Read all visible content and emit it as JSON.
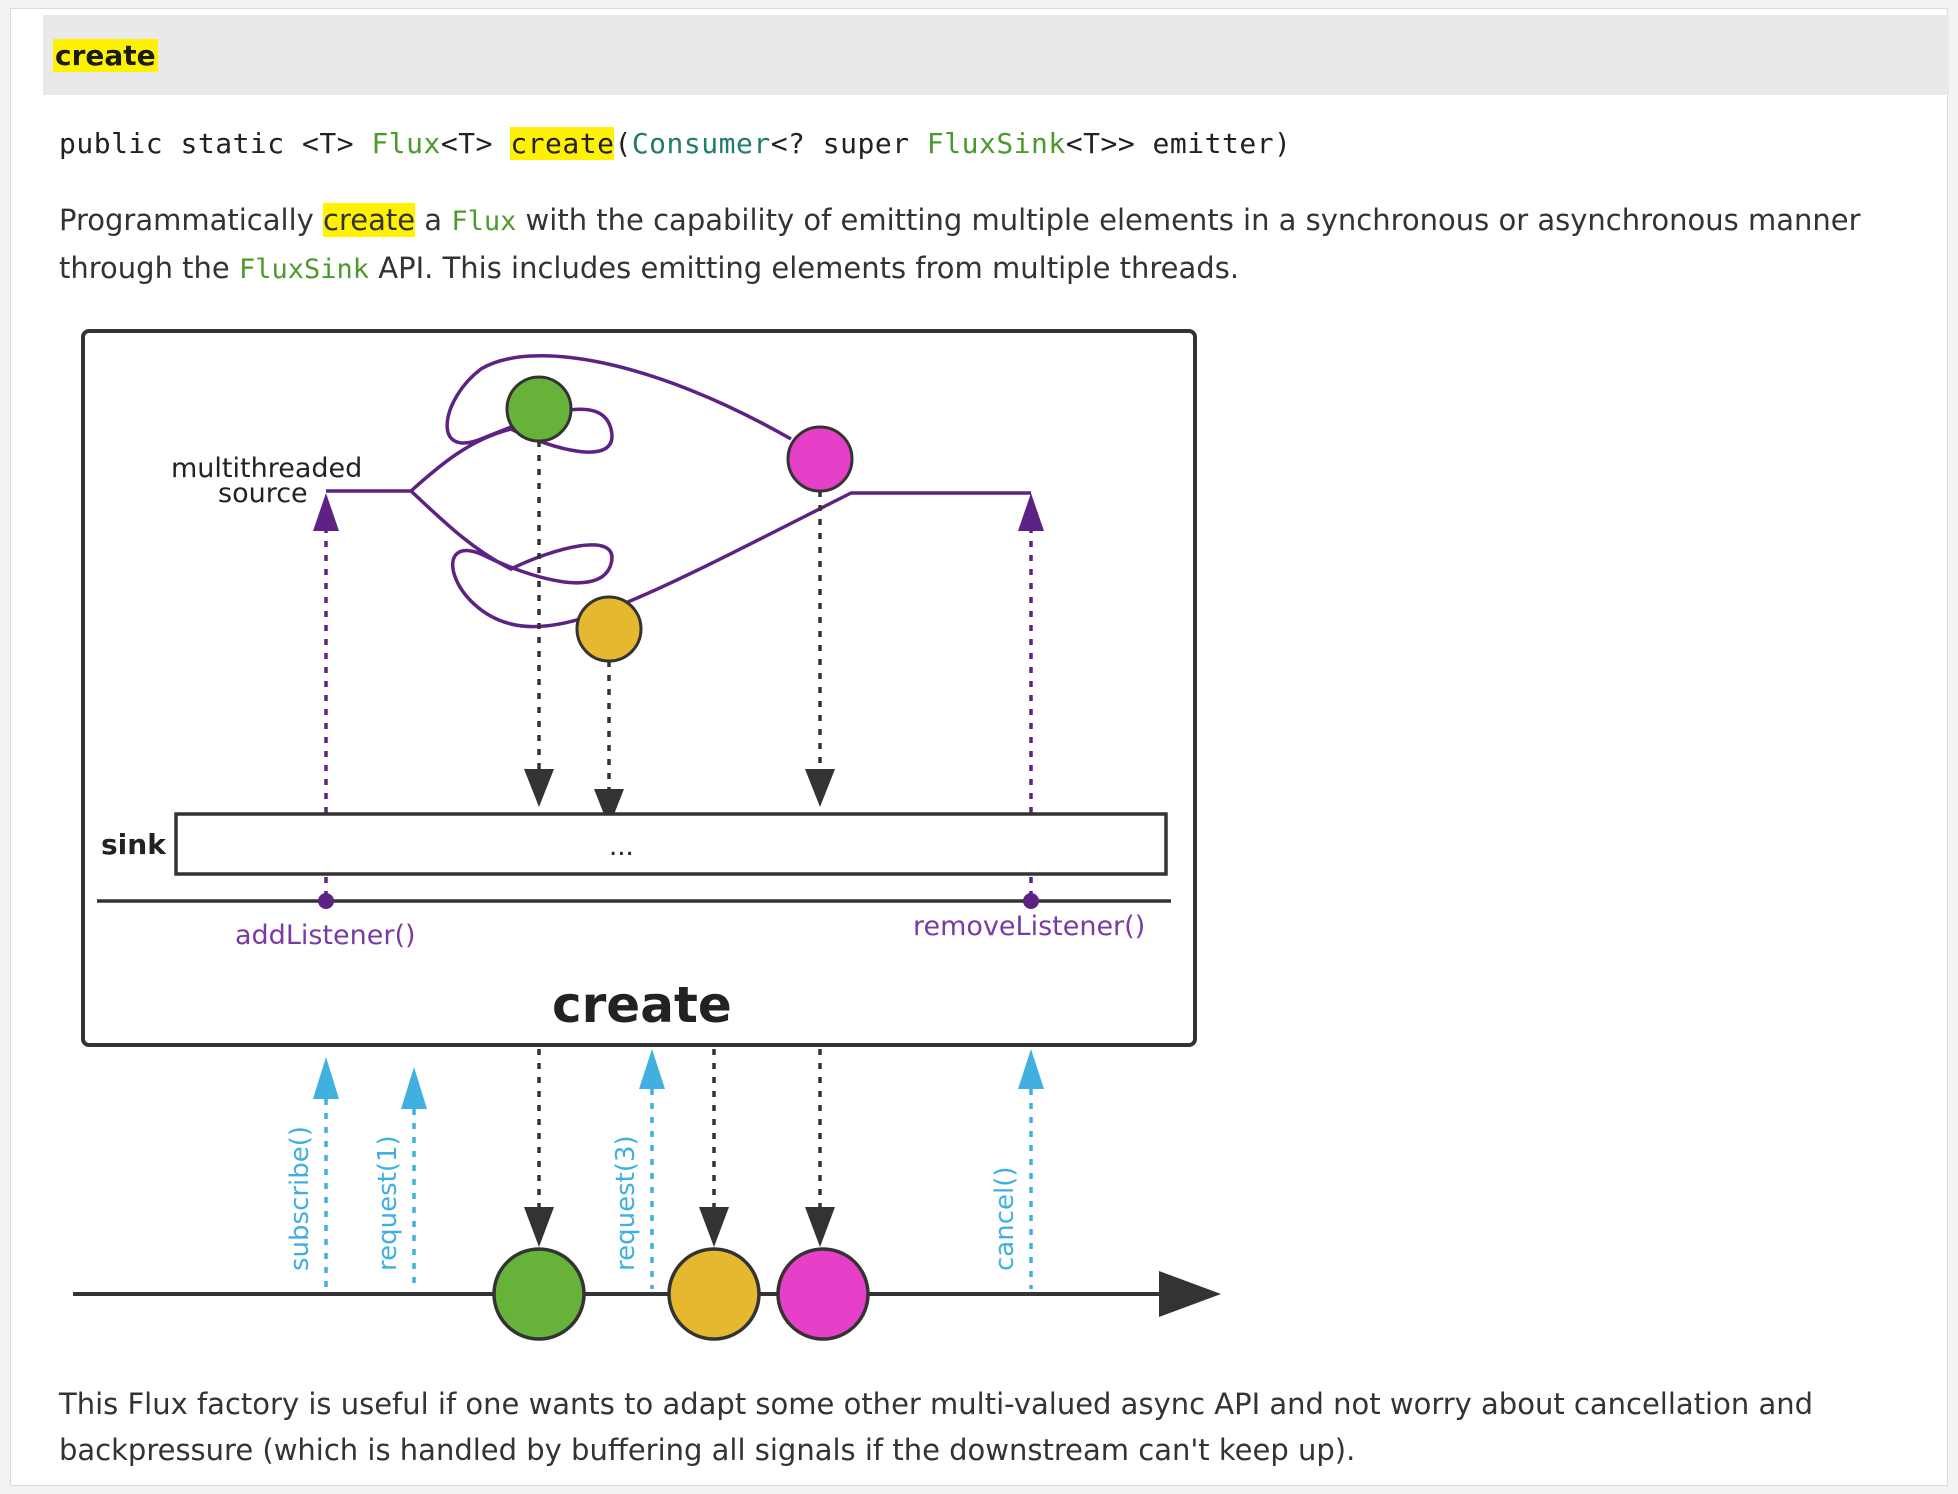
{
  "header": {
    "method_name": "create"
  },
  "signature": {
    "part1": "public static <T> ",
    "flux_type": "Flux",
    "part2": "<T> ",
    "method": "create",
    "paren_open": "(",
    "consumer": "Consumer",
    "part3": "<? super ",
    "fluxsink": "FluxSink",
    "part4": "<T>> emitter)"
  },
  "description": {
    "p1_a": "Programmatically ",
    "p1_hl": "create",
    "p1_b": " a ",
    "p1_code1": "Flux",
    "p1_c": " with the capability of emitting multiple elements in a synchronous or asynchronous manner through the ",
    "p1_code2": "FluxSink",
    "p1_d": " API. This includes emitting elements from multiple threads.",
    "p2": "This Flux factory is useful if one wants to adapt some other multi-valued async API and not worry about cancellation and backpressure (which is handled by buffering all signals if the downstream can't keep up)."
  },
  "diagram": {
    "source_label_line1": "multithreaded",
    "source_label_line2": "source",
    "sink_label": "sink",
    "sink_ellipsis": "...",
    "add_listener": "addListener()",
    "remove_listener": "removeListener()",
    "operator_name": "create",
    "signals": [
      "subscribe()",
      "request(1)",
      "request(3)",
      "cancel()"
    ],
    "colors": {
      "green": "#67b33a",
      "yellow": "#e6b830",
      "magenta": "#e640c8",
      "purple": "#5e2284",
      "blue": "#3fb0e0",
      "outline": "#333333"
    }
  }
}
